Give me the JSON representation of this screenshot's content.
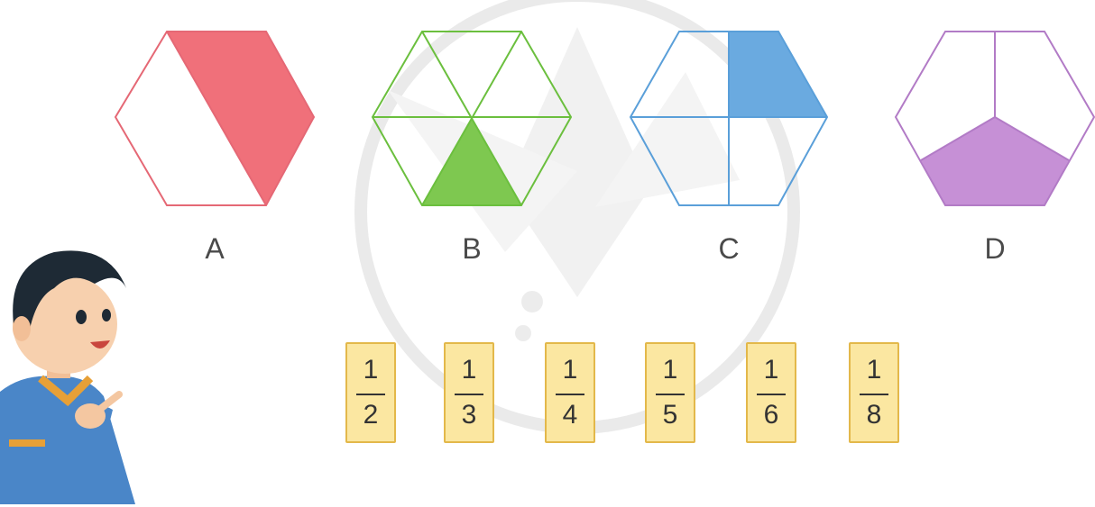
{
  "shapes": [
    {
      "label": "A",
      "color": "#f0707a"
    },
    {
      "label": "B",
      "color": "#7ec850"
    },
    {
      "label": "C",
      "color": "#6aaae0"
    },
    {
      "label": "D",
      "color": "#c690d6"
    }
  ],
  "cards": [
    {
      "numerator": "1",
      "denominator": "2"
    },
    {
      "numerator": "1",
      "denominator": "3"
    },
    {
      "numerator": "1",
      "denominator": "4"
    },
    {
      "numerator": "1",
      "denominator": "5"
    },
    {
      "numerator": "1",
      "denominator": "6"
    },
    {
      "numerator": "1",
      "denominator": "8"
    }
  ],
  "colors": {
    "card_fill": "#fbe7a1",
    "card_border": "#e3b84a",
    "shirt": "#4a86c8",
    "hair": "#1e2a35",
    "watermark": "#d9d9d9"
  }
}
